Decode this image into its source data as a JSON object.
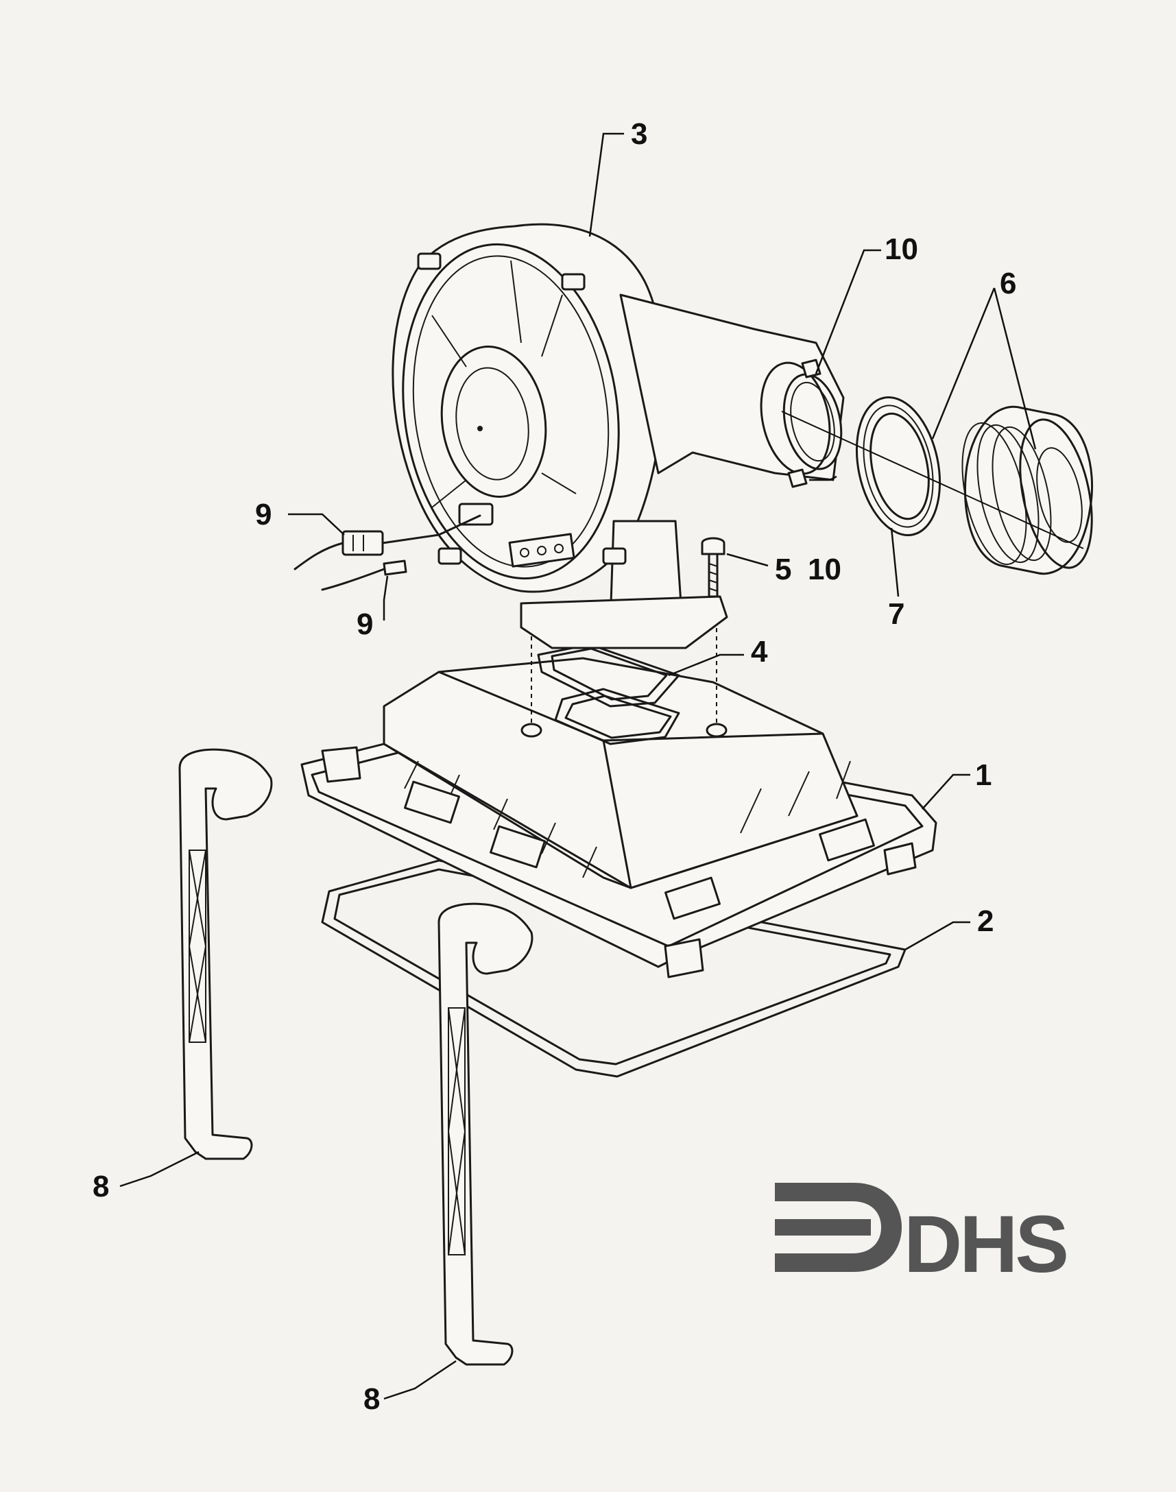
{
  "callouts": {
    "c1": "1",
    "c2": "2",
    "c3": "3",
    "c4": "4",
    "c5": "5",
    "c6": "6",
    "c7": "7",
    "c8a": "8",
    "c8b": "8",
    "c9a": "9",
    "c9b": "9",
    "c10a": "10",
    "c10b": "10"
  },
  "logo": {
    "text": "DHS",
    "color": "#555555"
  }
}
